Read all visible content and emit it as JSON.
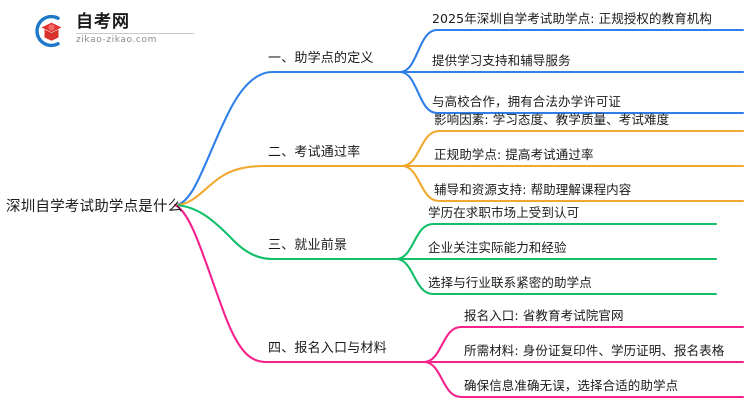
{
  "logo": {
    "title": "自考网",
    "subtitle": "zikao-zikao.com",
    "mark_name": "zikao-logo-icon",
    "arc_color": "#1E78C8",
    "book_color": "#E3342F"
  },
  "mindmap": {
    "root": {
      "label": "深圳自学考试助学点是什么"
    },
    "branches": [
      {
        "label": "一、助学点的定义",
        "color": "#2E7FE8",
        "leaves": [
          "2025年深圳自学考试助学点: 正规授权的教育机构",
          "提供学习支持和辅导服务",
          "与高校合作，拥有合法办学许可证"
        ]
      },
      {
        "label": "二、考试通过率",
        "color": "#F0A92E",
        "leaves": [
          "影响因素: 学习态度、教学质量、考试难度",
          "正规助学点: 提高考试通过率",
          "辅导和资源支持: 帮助理解课程内容"
        ]
      },
      {
        "label": "三、就业前景",
        "color": "#10BF68",
        "leaves": [
          "学历在求职市场上受到认可",
          "企业关注实际能力和经验",
          "选择与行业联系紧密的助学点"
        ]
      },
      {
        "label": "四、报名入口与材料",
        "color": "#F5218C",
        "leaves": [
          "报名入口: 省教育考试院官网",
          "所需材料: 身份证复印件、学历证明、报名表格",
          "确保信息准确无误，选择合适的助学点"
        ]
      }
    ]
  }
}
